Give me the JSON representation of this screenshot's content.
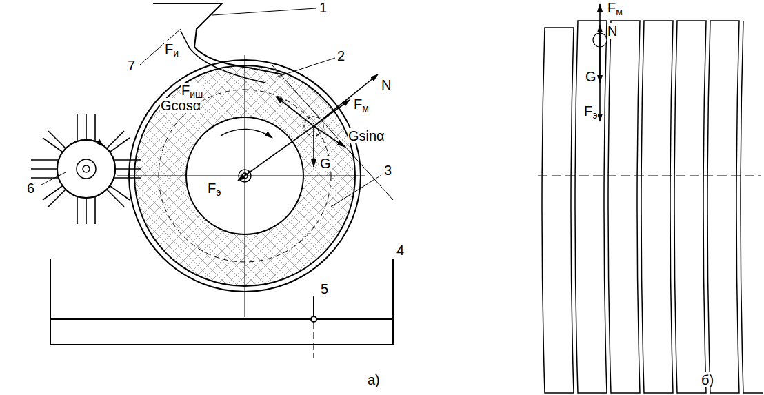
{
  "diagram": {
    "labels": [
      "1",
      "7",
      "Fи",
      "2",
      "Fиш",
      "N",
      "Fм",
      "Gcosα",
      "Gsinα",
      "Fэ",
      "G",
      "3",
      "6",
      "4",
      "5",
      "а)",
      "б)",
      "Fм",
      "N",
      "G",
      "Fэ"
    ]
  }
}
